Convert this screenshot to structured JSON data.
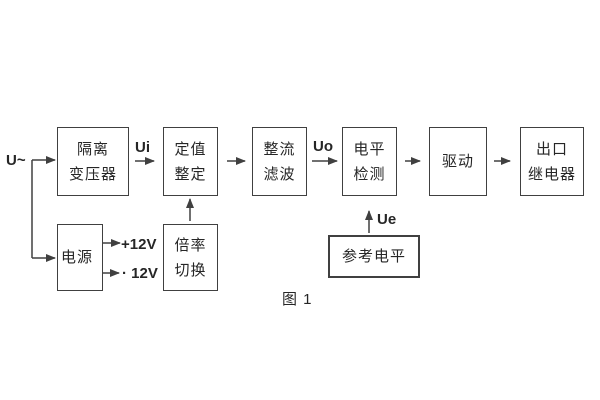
{
  "figure": {
    "caption": "图 1",
    "background": "#ffffff",
    "line_color": "#404040",
    "text_color": "#262626"
  },
  "labels": {
    "input": "U~",
    "ui": "Ui",
    "uo": "Uo",
    "ue": "Ue",
    "plus12v": "+12V",
    "minus12v": "· 12V"
  },
  "boxes": [
    {
      "id": "isolation-transformer",
      "lines": [
        "隔离",
        "变压器"
      ]
    },
    {
      "id": "setpoint-adjust",
      "lines": [
        "定值",
        "整定"
      ]
    },
    {
      "id": "rectify-filter",
      "lines": [
        "整流",
        "滤波"
      ]
    },
    {
      "id": "level-detect",
      "lines": [
        "电平",
        "检测"
      ]
    },
    {
      "id": "drive",
      "lines": [
        "驱动"
      ]
    },
    {
      "id": "output-relay",
      "lines": [
        "出口",
        "继电器"
      ]
    },
    {
      "id": "power-supply",
      "lines": [
        "电源"
      ]
    },
    {
      "id": "ratio-switch",
      "lines": [
        "倍率",
        "切换"
      ]
    },
    {
      "id": "reference-level",
      "lines": [
        "参考电平"
      ]
    }
  ]
}
